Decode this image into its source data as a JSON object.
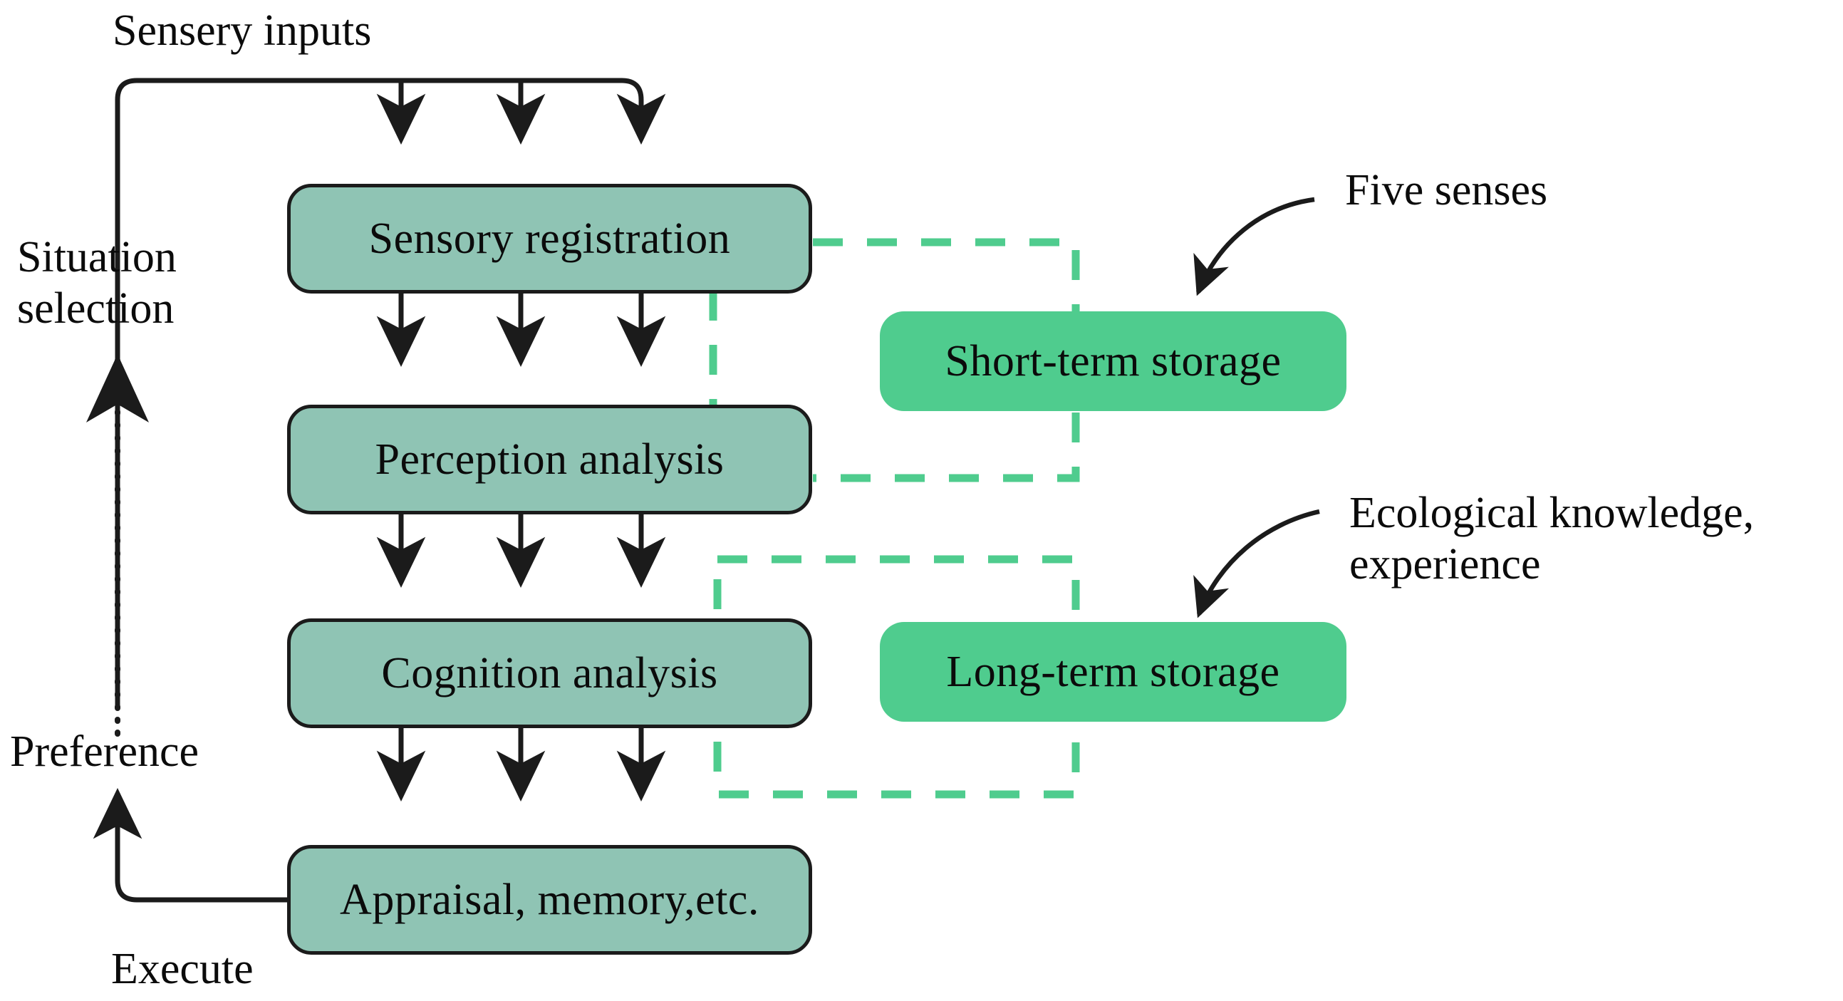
{
  "diagram": {
    "title_text": "Sensery inputs",
    "theme": {
      "process_fill": "#8fc4b4",
      "process_stroke": "#1b1b1b",
      "storage_fill": "#4fcc8e",
      "dashed_link": "#4fcc8e",
      "arrow": "#1b1b1b",
      "background": "#ffffff"
    },
    "process_nodes": [
      {
        "id": "sensory-registration",
        "label": "Sensory registration"
      },
      {
        "id": "perception-analysis",
        "label": "Perception analysis"
      },
      {
        "id": "cognition-analysis",
        "label": "Cognition analysis"
      },
      {
        "id": "appraisal-memory",
        "label": "Appraisal, memory,etc."
      }
    ],
    "storage_nodes": [
      {
        "id": "short-term-storage",
        "label": "Short-term storage"
      },
      {
        "id": "long-term-storage",
        "label": "Long-term storage"
      }
    ],
    "captions": [
      {
        "id": "sensery-inputs",
        "label": "Sensery inputs"
      },
      {
        "id": "situation-selection",
        "line1": "Situation",
        "line2": "selection"
      },
      {
        "id": "preference",
        "label": "Preference"
      },
      {
        "id": "execute",
        "label": "Execute"
      },
      {
        "id": "five-senses",
        "label": "Five senses"
      },
      {
        "id": "ecological-knowledge",
        "line1": "Ecological knowledge,",
        "line2": "experience"
      }
    ]
  }
}
